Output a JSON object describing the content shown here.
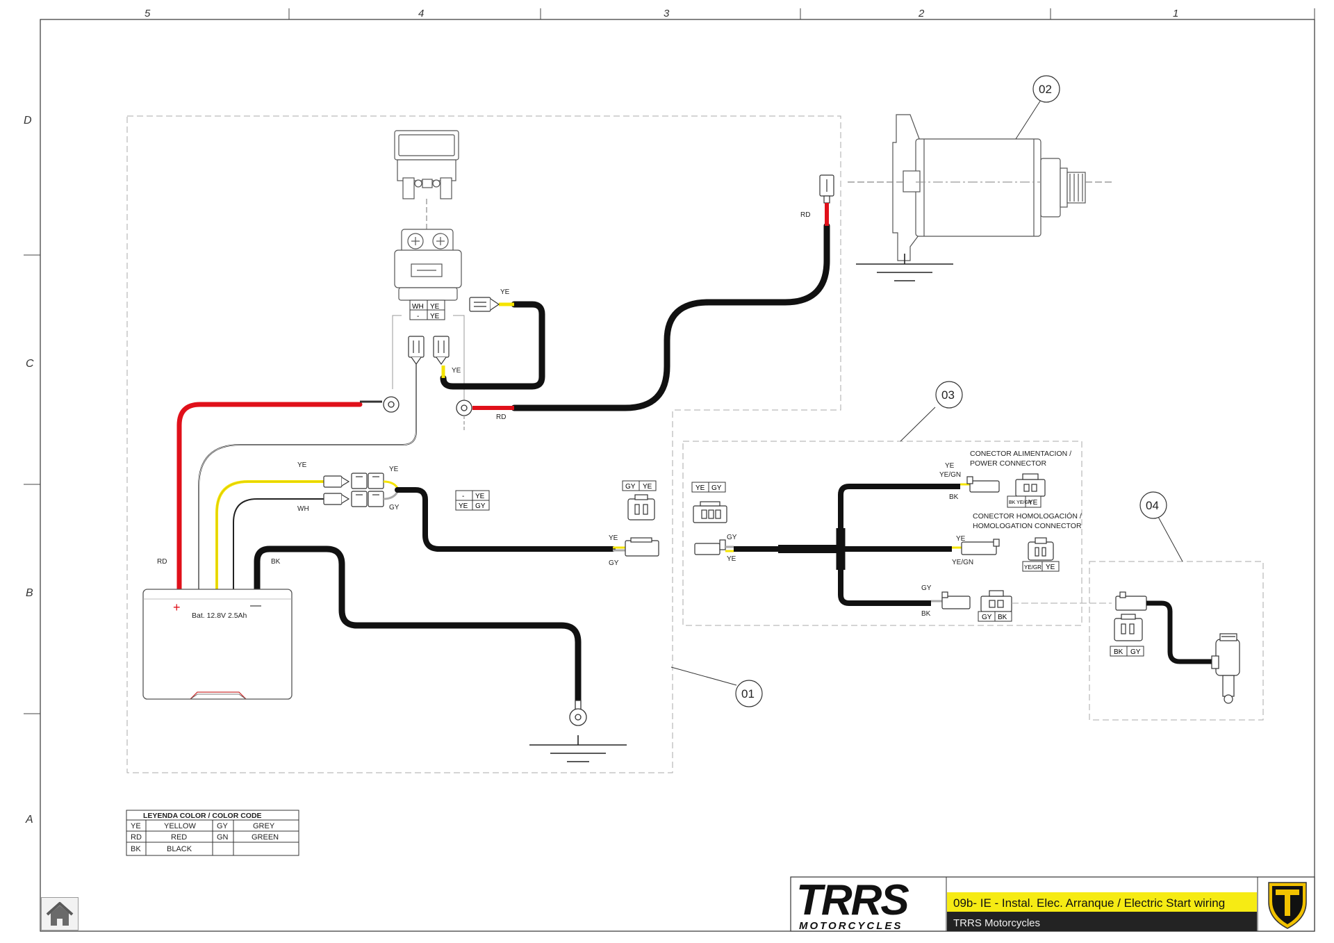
{
  "grid": {
    "columns": [
      "5",
      "4",
      "3",
      "2",
      "1"
    ],
    "rows": [
      "D",
      "C",
      "B",
      "A"
    ]
  },
  "callouts": {
    "c01": "01",
    "c02": "02",
    "c03": "03",
    "c04": "04"
  },
  "relay": {
    "pin_table": [
      [
        "WH",
        "YE"
      ],
      [
        "-",
        "YE"
      ]
    ]
  },
  "wire_labels": {
    "relay_out_ye": "YE",
    "relay_in_ye": "YE",
    "starter_rd": "RD",
    "relay_ring_rd": "RD",
    "bat_rd": "RD",
    "bat_bk": "BK",
    "sw_ye_left": "YE",
    "sw_wh_left": "WH",
    "sw_ye_right": "YE",
    "sw_gy_right": "GY",
    "plug_ye": "YE",
    "plug_gy": "GY"
  },
  "pin_boxes": {
    "sw_table": [
      [
        "-",
        "YE"
      ],
      [
        "YE",
        "GY"
      ]
    ],
    "plug_head": [
      "GY",
      "YE"
    ],
    "harness_head": [
      "YE",
      "GY"
    ]
  },
  "battery": {
    "label": "Bat. 12.8V 2.5Ah",
    "plus": "+",
    "minus": "—"
  },
  "harness03": {
    "in_gy": "GY",
    "in_ye": "YE",
    "power_connector_title_1": "CONECTOR ALIMENTACION /",
    "power_connector_title_2": "POWER CONNECTOR",
    "pc_ye": "YE",
    "pc_yegn": "YE/GN",
    "pc_bk": "BK",
    "pc_pins": [
      "BK YE/GR",
      "YE"
    ],
    "homolog_title_1": "CONECTOR HOMOLOGACIÓN /",
    "homolog_title_2": "HOMOLOGATION CONNECTOR",
    "hc_ye": "YE",
    "hc_yegn": "YE/GN",
    "hc_pins": [
      "YE/GR",
      "YE"
    ],
    "gy_label": "GY",
    "bk_label": "BK",
    "bottom_pins": [
      "GY",
      "BK"
    ]
  },
  "switch04": {
    "pins": [
      "BK",
      "GY"
    ]
  },
  "legend": {
    "title": "LEYENDA COLOR / COLOR CODE",
    "rows": [
      [
        "YE",
        "YELLOW",
        "GY",
        "GREY"
      ],
      [
        "RD",
        "RED",
        "GN",
        "GREEN"
      ],
      [
        "BK",
        "BLACK",
        "",
        ""
      ]
    ]
  },
  "title_block": {
    "brand": "TRRS",
    "brand_sub": "MOTORCYCLES",
    "drawing_title": "09b- IE - Instal. Elec. Arranque / Electric Start wiring",
    "company": "TRRS Motorcycles"
  },
  "colors": {
    "wire_black": "#111111",
    "wire_red": "#e0101a",
    "wire_yellow": "#f5e400",
    "title_yellow": "#f6eb14",
    "brand_yellow": "#f2c200",
    "title_dark": "#232323"
  },
  "icons": {
    "home": "home-icon",
    "logo": "trrs-shield-logo-icon"
  }
}
